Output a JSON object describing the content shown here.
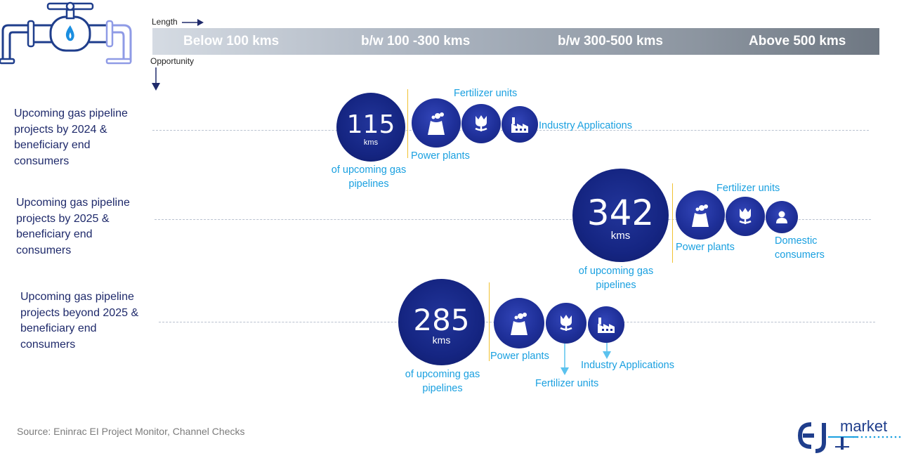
{
  "axis": {
    "length_caption": "Length",
    "opportunity_caption": "Opportunity"
  },
  "length_bands": [
    "Below 100 kms",
    "b/w 100 -300 kms",
    "b/w 300-500 kms",
    "Above 500 kms"
  ],
  "rows": [
    {
      "label": "Upcoming gas pipeline projects by 2024 & beneficiary end consumers",
      "value": "115",
      "unit": "kms",
      "caption": "of upcoming gas pipelines",
      "consumers": [
        "Power plants",
        "Fertilizer units",
        "Industry Applications"
      ]
    },
    {
      "label": "Upcoming gas pipeline projects by 2025 & beneficiary end consumers",
      "value": "342",
      "unit": "kms",
      "caption": "of upcoming gas pipelines",
      "consumers": [
        "Power plants",
        "Fertilizer units",
        "Domestic consumers"
      ]
    },
    {
      "label": "Upcoming gas pipeline projects beyond 2025 & beneficiary end consumers",
      "value": "285",
      "unit": "kms",
      "caption": "of upcoming gas pipelines",
      "consumers": [
        "Power plants",
        "Fertilizer units",
        "Industry Applications"
      ]
    }
  ],
  "icons": {
    "power_plant": "power-plant-icon",
    "fertilizer": "flower-icon",
    "industry": "factory-icon",
    "domestic": "person-icon"
  },
  "colors": {
    "circle": "#152582",
    "caption": "#1aa0e0",
    "label": "#1f2a6b",
    "divider": "#f1c232"
  },
  "footer": {
    "source": "Source: Eninrac EI Project Monitor, Channel Checks"
  },
  "logo": {
    "text": "market"
  }
}
